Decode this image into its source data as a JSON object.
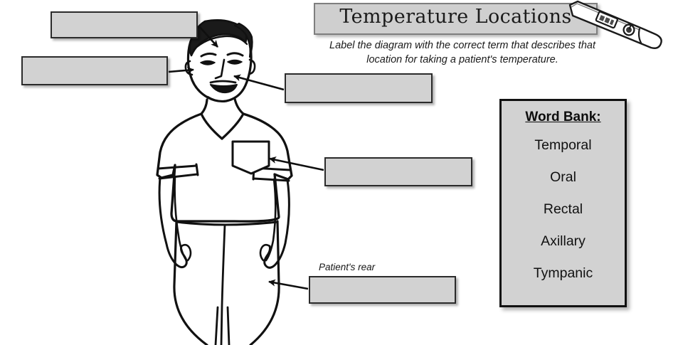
{
  "header": {
    "title": "Temperature Locations",
    "subtitle": "Label the diagram with the correct term that describes that location for taking a patient's temperature.",
    "thermometer_icon": "digital-thermometer-icon"
  },
  "word_bank": {
    "title": "Word Bank:",
    "items": [
      {
        "label": "Temporal"
      },
      {
        "label": "Oral"
      },
      {
        "label": "Rectal"
      },
      {
        "label": "Axillary"
      },
      {
        "label": "Tympanic"
      }
    ]
  },
  "diagram": {
    "figure_alt": "nurse-in-scrubs-figure",
    "annotations": [
      {
        "id": "forehead",
        "value": "",
        "points_to": "forehead"
      },
      {
        "id": "ear",
        "value": "",
        "points_to": "ear"
      },
      {
        "id": "mouth",
        "value": "",
        "points_to": "mouth"
      },
      {
        "id": "armpit",
        "value": "",
        "points_to": "armpit"
      },
      {
        "id": "rear",
        "value": "",
        "points_to": "rear"
      }
    ],
    "rear_note": "Patient's rear"
  }
}
